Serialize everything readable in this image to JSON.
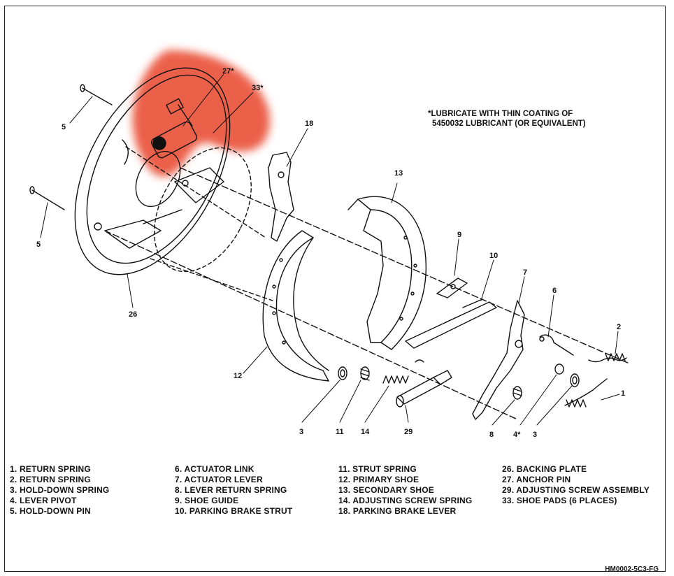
{
  "note": {
    "line1": "*LUBRICATE WITH THIN COATING OF",
    "line2": "5450032 LUBRICANT (OR EQUIVALENT)"
  },
  "callouts": {
    "c27": "27*",
    "c33": "33*",
    "c5a": "5",
    "c5b": "5",
    "c26": "26",
    "c18": "18",
    "c13": "13",
    "c9": "9",
    "c10": "10",
    "c7": "7",
    "c6": "6",
    "c2": "2",
    "c1": "1",
    "c12": "12",
    "c3a": "3",
    "c11": "11",
    "c14": "14",
    "c29": "29",
    "c8": "8",
    "c4": "4*",
    "c3b": "3"
  },
  "legend": {
    "col1": [
      "1. RETURN SPRING",
      "2. RETURN SPRING",
      "3. HOLD-DOWN SPRING",
      "4. LEVER PIVOT",
      "5. HOLD-DOWN PIN"
    ],
    "col2": [
      "6. ACTUATOR LINK",
      "7. ACTUATOR LEVER",
      "8. LEVER RETURN SPRING",
      "9. SHOE GUIDE",
      "10. PARKING BRAKE STRUT"
    ],
    "col3": [
      "11. STRUT SPRING",
      "12. PRIMARY SHOE",
      "13. SECONDARY SHOE",
      "14. ADJUSTING SCREW SPRING",
      "18. PARKING BRAKE LEVER"
    ],
    "col4": [
      "26. BACKING PLATE",
      "27. ANCHOR PIN",
      "29. ADJUSTING SCREW ASSEMBLY",
      "33. SHOE PADS (6 PLACES)"
    ]
  },
  "figure_code": "HM0002-5C3-FG",
  "colors": {
    "highlight": "#e8452c",
    "ink": "#111111"
  }
}
